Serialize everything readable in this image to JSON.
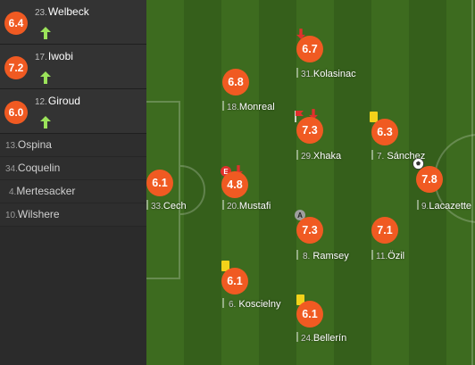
{
  "subs": [
    {
      "rating": "6.4",
      "num": "23.",
      "name": "Welbeck"
    },
    {
      "rating": "7.2",
      "num": "17.",
      "name": "Iwobi"
    },
    {
      "rating": "6.0",
      "num": "12.",
      "name": "Giroud"
    }
  ],
  "bench": [
    {
      "num": "13.",
      "name": "Ospina"
    },
    {
      "num": "34.",
      "name": "Coquelin"
    },
    {
      "num": "4.",
      "name": "Mertesacker"
    },
    {
      "num": "10.",
      "name": "Wilshere"
    }
  ],
  "players": {
    "kolasinac": {
      "rating": "6.7",
      "num": "31.",
      "name": "Kolasinac"
    },
    "monreal": {
      "rating": "6.8",
      "num": "18.",
      "name": "Monreal"
    },
    "xhaka": {
      "rating": "7.3",
      "num": "29.",
      "name": "Xhaka"
    },
    "sanchez": {
      "rating": "6.3",
      "num": "7.",
      "name": "Sánchez"
    },
    "cech": {
      "rating": "6.1",
      "num": "33.",
      "name": "Cech"
    },
    "mustafi": {
      "rating": "4.8",
      "num": "20.",
      "name": "Mustafi"
    },
    "lacazette": {
      "rating": "7.8",
      "num": "9.",
      "name": "Lacazette"
    },
    "ramsey": {
      "rating": "7.3",
      "num": "8.",
      "name": "Ramsey"
    },
    "ozil": {
      "rating": "7.1",
      "num": "11.",
      "name": "Özil"
    },
    "koscielny": {
      "rating": "6.1",
      "num": "6.",
      "name": "Koscielny"
    },
    "bellerin": {
      "rating": "6.1",
      "num": "24.",
      "name": "Bellerín"
    }
  },
  "badges": {
    "own_goal": "E",
    "assist": "A"
  },
  "colors": {
    "rating_bg": "#f05a22",
    "sub_in": "#9be35a",
    "sub_out": "#e0302c",
    "yellow_card": "#f2d21a"
  }
}
